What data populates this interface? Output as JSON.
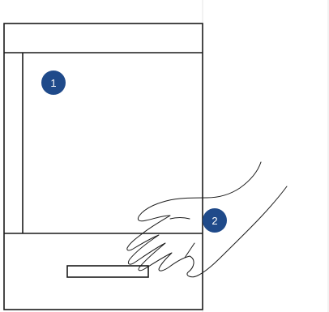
{
  "colors": {
    "line": "#1a1a1a",
    "badge_fill": "#1f4a8a",
    "badge_text": "#ffffff",
    "background": "#ffffff",
    "panel_edge": "#e6e6e6"
  },
  "callouts": [
    {
      "id": "1",
      "label": "1"
    },
    {
      "id": "2",
      "label": "2"
    }
  ]
}
